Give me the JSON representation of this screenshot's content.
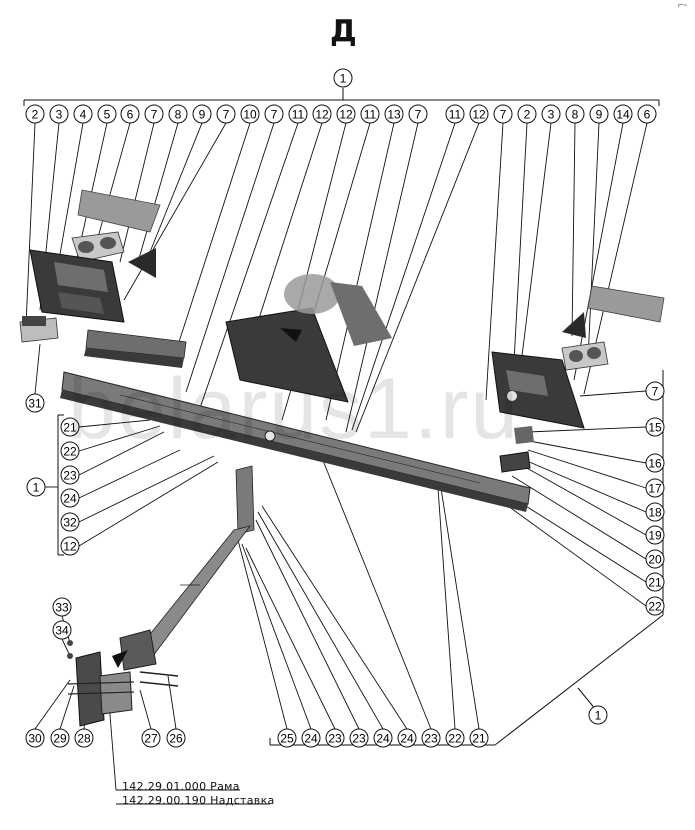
{
  "title": "Д",
  "corner_mark": "⌐-",
  "watermark": "belarus1.ru",
  "parts": [
    {
      "number": "142.29.01.000",
      "name": "Рама"
    },
    {
      "number": "142.29.00.190",
      "name": "Надставка"
    }
  ],
  "callouts": {
    "top": [
      "1"
    ],
    "top_row": [
      "2",
      "3",
      "4",
      "5",
      "6",
      "7",
      "8",
      "9",
      "7",
      "10",
      "7",
      "11",
      "12",
      "12",
      "11",
      "13",
      "7",
      "11",
      "12",
      "7",
      "2",
      "3",
      "8",
      "9",
      "14",
      "6"
    ],
    "right_column": [
      "7",
      "15",
      "16",
      "17",
      "18",
      "19",
      "20",
      "21",
      "22"
    ],
    "left_column": [
      "21",
      "22",
      "23",
      "24",
      "32",
      "12"
    ],
    "left_group": [
      "31",
      "1"
    ],
    "bottom_row": [
      "25",
      "24",
      "23",
      "23",
      "24",
      "24",
      "23",
      "22",
      "21"
    ],
    "bottom_right": [
      "1"
    ],
    "lower_left": [
      "33",
      "34",
      "30",
      "29",
      "28",
      "27",
      "26"
    ]
  },
  "colors": {
    "ink": "#111111",
    "part_dark": "#3a3a3a",
    "part_mid": "#6e6e6e",
    "part_light": "#9a9a9a",
    "glass": "#8a8a8a"
  }
}
